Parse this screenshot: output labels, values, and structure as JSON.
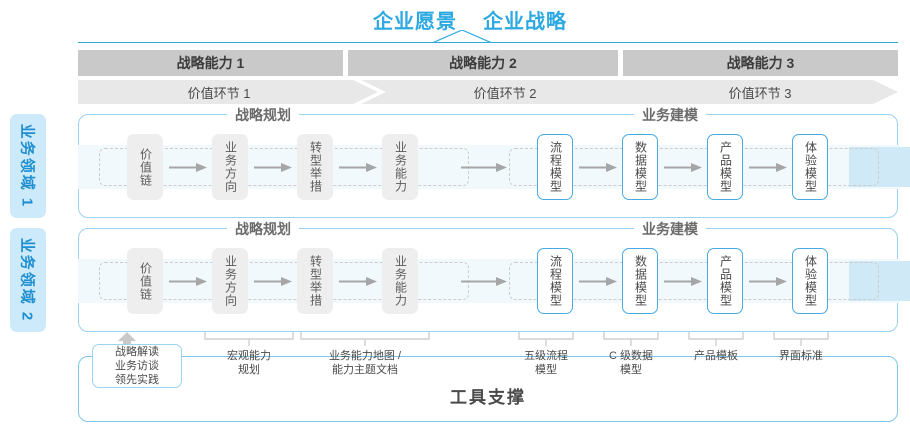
{
  "header": {
    "titles": [
      "企业愿景",
      "企业战略"
    ],
    "accent_color": "#2da9e1"
  },
  "capability_bars": [
    {
      "label": "战略能力 1"
    },
    {
      "label": "战略能力 2"
    },
    {
      "label": "战略能力 3"
    }
  ],
  "value_chevrons": [
    {
      "label": "价值环节 1"
    },
    {
      "label": "价值环节 2"
    },
    {
      "label": "价值环节 3"
    }
  ],
  "side_tabs": [
    {
      "label": "业务领域 1"
    },
    {
      "label": "业务领域 2"
    }
  ],
  "lanes": [
    {
      "left_title": "战略规划",
      "right_title": "业务建模",
      "left_nodes": [
        {
          "label": "价值链"
        },
        {
          "label": "业务方向"
        },
        {
          "label": "转型举措"
        },
        {
          "label": "业务能力"
        }
      ],
      "right_nodes": [
        {
          "label": "流程模型"
        },
        {
          "label": "数据模型"
        },
        {
          "label": "产品模型"
        },
        {
          "label": "体验模型"
        }
      ]
    },
    {
      "left_title": "战略规划",
      "right_title": "业务建模",
      "left_nodes": [
        {
          "label": "价值链"
        },
        {
          "label": "业务方向"
        },
        {
          "label": "转型举措"
        },
        {
          "label": "业务能力"
        }
      ],
      "right_nodes": [
        {
          "label": "流程模型"
        },
        {
          "label": "数据模型"
        },
        {
          "label": "产品模型"
        },
        {
          "label": "体验模型"
        }
      ]
    }
  ],
  "tools": {
    "highlight_box": "战略解读\n业务访谈\n领先实践",
    "labels": [
      "宏观能力\n规划",
      "业务能力地图 /\n能力主题文档",
      "五级流程\n模型",
      "C 级数据\n模型",
      "产品模板",
      "界面标准"
    ],
    "footer_title": "工具支撑"
  },
  "colors": {
    "blue": "#2da9e1",
    "light_blue_tab": "#cdeafb",
    "bar_gray": "#c9c9c9",
    "chevron_gray": "#e8e8e8",
    "node_gray": "#eeeeee",
    "band": "#f2f9fd"
  }
}
